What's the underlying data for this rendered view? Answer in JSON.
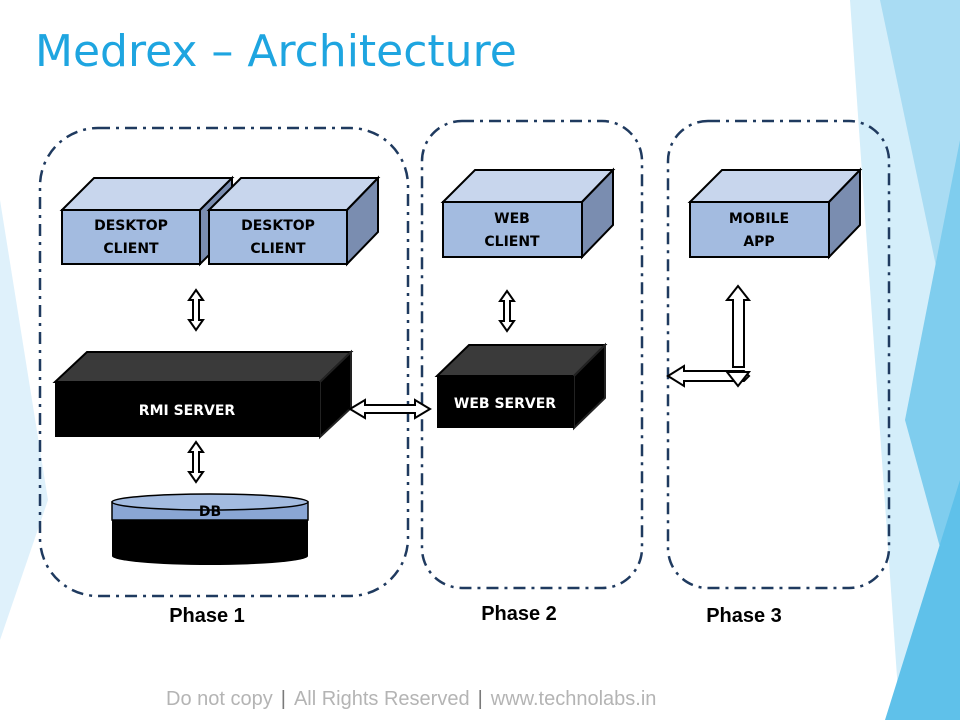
{
  "slide": {
    "title": "Medrex – Architecture",
    "accent_color": "#1ea5e0"
  },
  "phases": [
    {
      "label": "Phase 1"
    },
    {
      "label": "Phase 2"
    },
    {
      "label": "Phase 3"
    }
  ],
  "nodes": {
    "desktop_client_1": {
      "line1": "DESKTOP",
      "line2": "CLIENT"
    },
    "desktop_client_2": {
      "line1": "DESKTOP",
      "line2": "CLIENT"
    },
    "web_client": {
      "line1": "WEB",
      "line2": "CLIENT"
    },
    "mobile_app": {
      "line1": "MOBILE",
      "line2": "APP"
    },
    "rmi_server": {
      "label": "RMI SERVER"
    },
    "web_server": {
      "label": "WEB SERVER"
    },
    "db": {
      "label": "DB"
    }
  },
  "colors": {
    "client_front": "#a3bbe0",
    "client_top": "#c8d6ed",
    "client_side": "#7a8db0",
    "server_front": "#000000",
    "server_top": "#3a3a3a",
    "dash_border": "#1f3a5f"
  },
  "footer": {
    "part1": "Do not copy",
    "part2": "All Rights Reserved",
    "part3": "www.technolabs.in"
  }
}
